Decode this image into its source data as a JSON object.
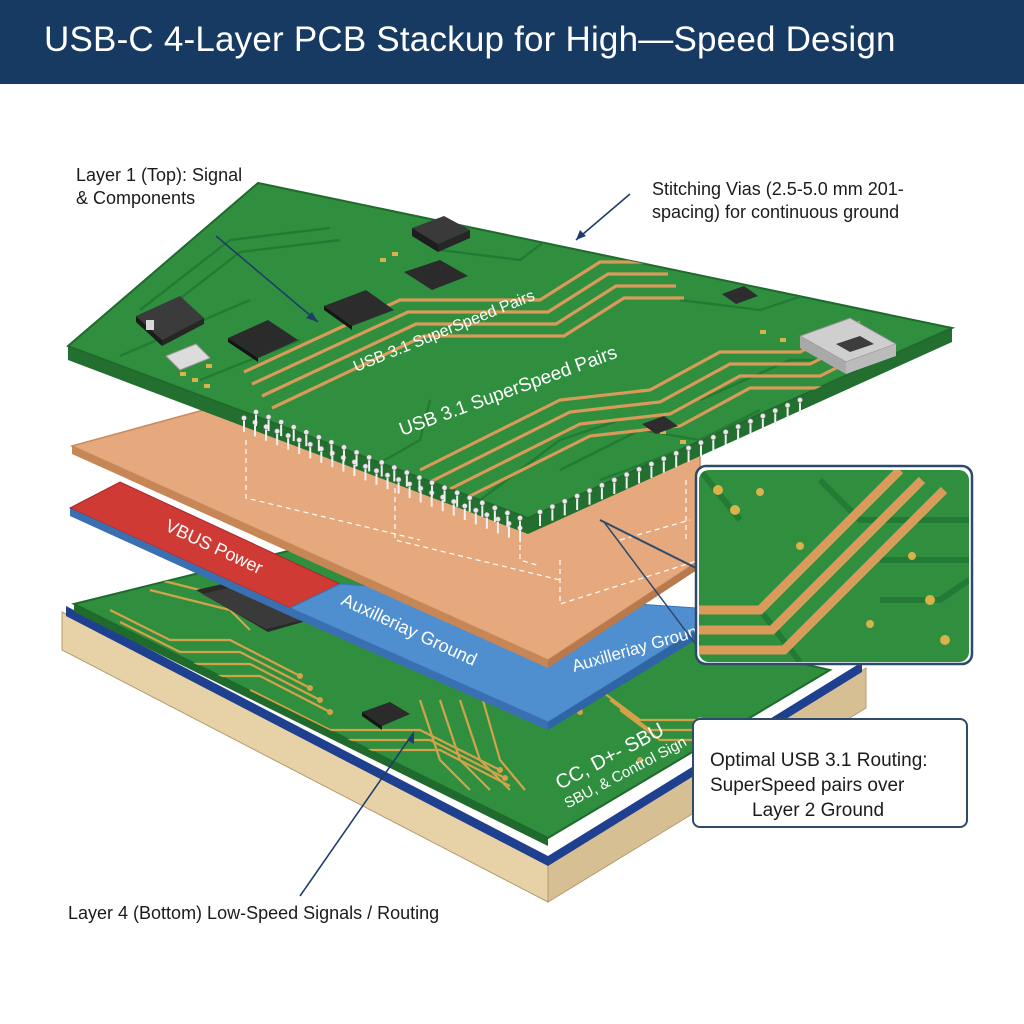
{
  "title": "USB-C 4-Layer PCB Stackup for High—Speed Design",
  "annotations": {
    "layer1_line1": "Layer 1 (Top): Signal",
    "layer1_line2": "& Components",
    "vias_line1": "Stitching Vias (2.5-5.0 mm 201-",
    "vias_line2": "spacing) for continuous ground",
    "layer4": "Layer 4 (Bottom) Low-Speed Signals / Routing"
  },
  "callout": {
    "line1": "Optimal USB 3.1 Routing:",
    "line2": "SuperSpeed pairs over",
    "line3": "Layer 2 Ground"
  },
  "layer_labels": {
    "top_pairs_small": "USB 3.1 SuperSpeed Pairs",
    "top_pairs_large": "USB 3.1 SuperSpeed Pairs",
    "vbus": "VBUS Power",
    "aux_ground_left": "Auxilleriay Ground",
    "aux_ground_right": "Auxilleriay Ground",
    "bottom_signals_1": "CC, D+- SBU",
    "bottom_signals_2": "SBU, & Control Sign"
  },
  "colors": {
    "header": "#173a63",
    "pcb_green": "#2f8f3e",
    "pcb_edge": "#1f6a2c",
    "trace_copper": "#d99a5a",
    "ground_plane": "#e6a97e",
    "vbus_red": "#cf3a34",
    "aux_blue": "#4f8fd0",
    "substrate": "#e6d2a6",
    "callout_border": "#2d4a6b"
  }
}
